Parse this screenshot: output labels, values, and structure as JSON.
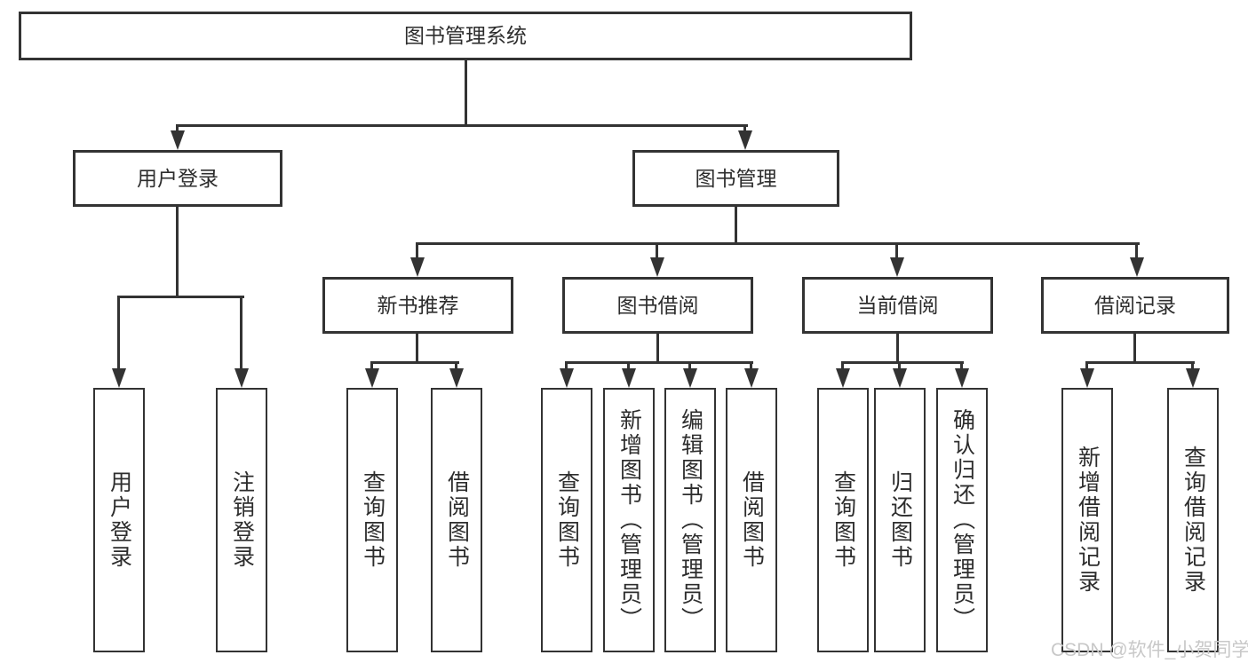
{
  "nodes": {
    "root": "图书管理系统",
    "user_login": "用户登录",
    "book_management": "图书管理",
    "new_book_recommend": "新书推荐",
    "book_borrow": "图书借阅",
    "current_borrow": "当前借阅",
    "borrow_records": "借阅记录",
    "ul_user_login": "用户登录",
    "ul_logout": "注销登录",
    "nbr_query_books": "查询图书",
    "nbr_borrow_books": "借阅图书",
    "bb_query_books": "查询图书",
    "bb_add_books": "新增图书（管理员）",
    "bb_edit_books": "编辑图书（管理员）",
    "bb_borrow_books": "借阅图书",
    "cb_query_books": "查询图书",
    "cb_return_books": "归还图书",
    "cb_confirm_return": "确认归还（管理员）",
    "br_add_record": "新增借阅记录",
    "br_query_record": "查询借阅记录"
  },
  "watermark": "CSDN @软件_小贺同学",
  "colors": {
    "line": "#333333",
    "text": "#2d2d2d",
    "background": "#ffffff",
    "watermark": "#c8c8c8"
  }
}
